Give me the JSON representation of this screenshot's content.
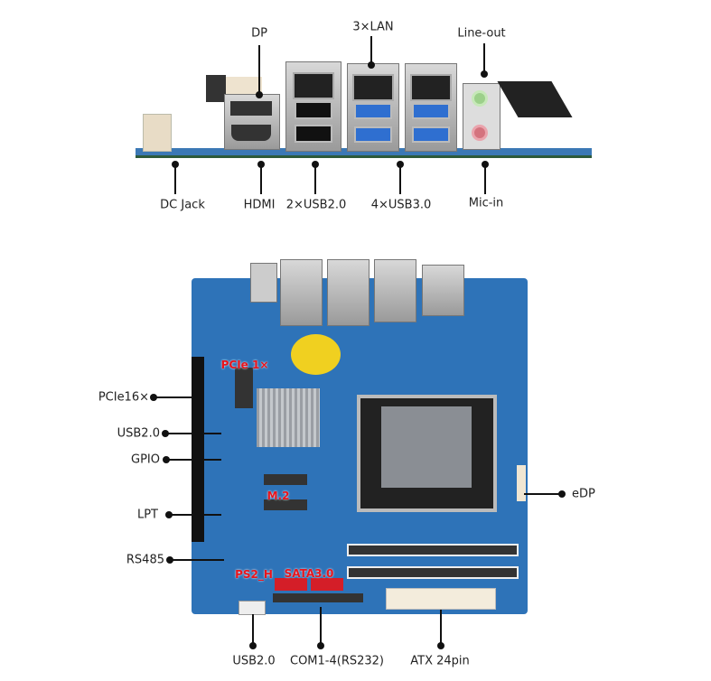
{
  "rear_io": {
    "labels": {
      "dp": "DP",
      "lan": "3×LAN",
      "line_out": "Line-out",
      "dc_jack": "DC Jack",
      "hdmi": "HDMI",
      "usb20": "2×USB2.0",
      "usb30": "4×USB3.0",
      "mic_in": "Mic-in"
    }
  },
  "board": {
    "side_labels": {
      "pcie16": "PCIe16×",
      "usb20": "USB2.0",
      "gpio": "GPIO",
      "lpt": "LPT",
      "rs485": "RS485",
      "edp": "eDP"
    },
    "bottom_labels": {
      "usb20": "USB2.0",
      "com": "COM1-4(RS232)",
      "atx": "ATX 24pin"
    },
    "onboard_labels": {
      "pcie1": "PCIe 1×",
      "m2": "M.2",
      "ps2": "PS2_H",
      "sata": "SATA3.0"
    }
  },
  "colors": {
    "highlight": "#e8141c",
    "pcb": "#2a6fb3"
  }
}
